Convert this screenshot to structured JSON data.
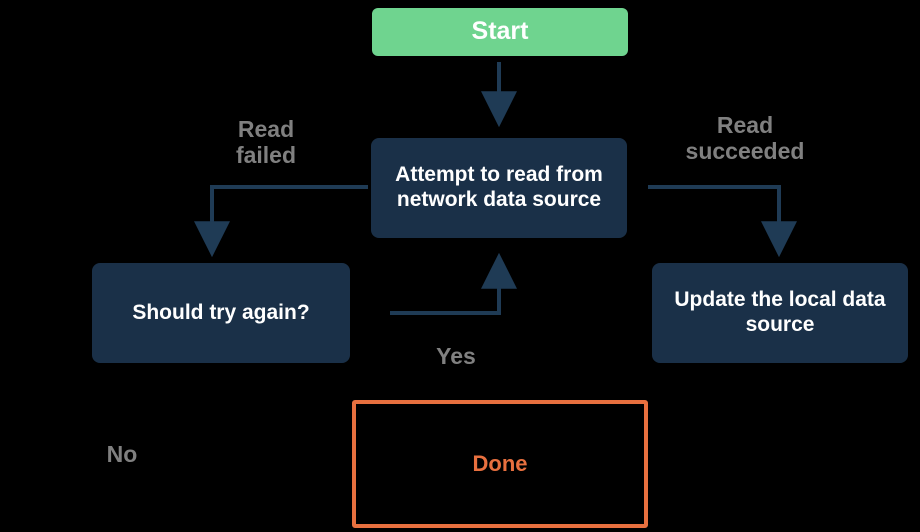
{
  "diagram": {
    "title": "Network read retry flowchart",
    "background_color": "#000000",
    "colors": {
      "start_fill": "#6FD48F",
      "process_fill": "#1A3048",
      "terminal_border": "#E8703F",
      "terminal_text": "#E8703F",
      "node_text": "#FFFFFF",
      "edge_label_text": "#808080",
      "connector_line": "#1F3B55"
    },
    "nodes": [
      {
        "id": "start",
        "label": "Start"
      },
      {
        "id": "attempt",
        "label": "Attempt to read from\nnetwork data source"
      },
      {
        "id": "retry",
        "label": "Should try again?"
      },
      {
        "id": "update",
        "label": "Update the local data\nsource"
      },
      {
        "id": "done",
        "label": "Done"
      }
    ],
    "edge_labels": [
      {
        "id": "read-failed",
        "label": "Read\nfailed"
      },
      {
        "id": "read-succeeded",
        "label": "Read\nsucceeded"
      },
      {
        "id": "yes",
        "label": "Yes"
      },
      {
        "id": "no",
        "label": "No"
      }
    ]
  }
}
